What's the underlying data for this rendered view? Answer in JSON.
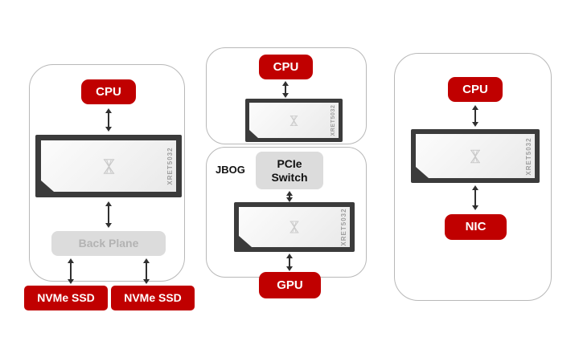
{
  "left_diagram": {
    "cpu": "CPU",
    "chip": "XRET5032",
    "backplane": "Back Plane",
    "ssd_left": "NVMe SSD",
    "ssd_right": "NVMe SSD"
  },
  "middle_diagram": {
    "cpu": "CPU",
    "chip_top": "XRET5032",
    "jbog": "JBOG",
    "pcie_switch": "PCIe Switch",
    "chip_bottom": "XRET5032",
    "gpu": "GPU"
  },
  "right_diagram": {
    "cpu": "CPU",
    "chip": "XRET5032",
    "nic": "NIC"
  },
  "colors": {
    "accent_red": "#C00000",
    "button_gray": "#DCDCDC",
    "gray_text": "#B3B3B3",
    "chip_frame": "#3B3B3B",
    "chip_label_text": "#9E9E9E",
    "panel_border": "#B8B8B8",
    "arrow": "#303030"
  }
}
